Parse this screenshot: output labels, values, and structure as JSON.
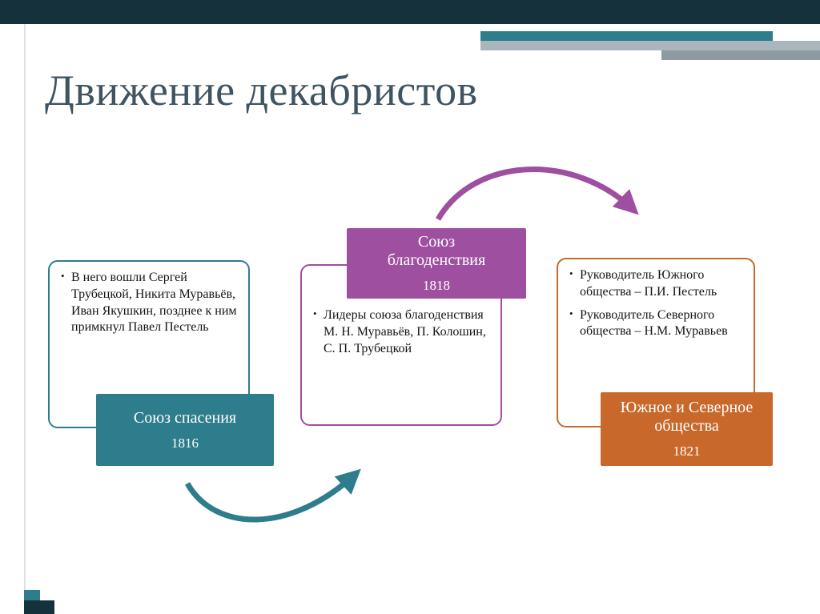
{
  "slide": {
    "title": "Движение декабристов"
  },
  "colors": {
    "teal": "#2E7D8C",
    "purple": "#9E4FA0",
    "orange": "#C8682A",
    "top_bar": "#14313C",
    "title_text": "#3F5361",
    "stripe_gray": "#AAB6BC"
  },
  "diagram": {
    "stages": [
      {
        "name": "Союз спасения",
        "year": "1816",
        "bullets": [
          "В него вошли Сергей Трубецкой, Никита Муравьёв, Иван Якушкин, позднее к ним примкнул Павел Пестель"
        ]
      },
      {
        "name": "Союз благоденствия",
        "year": "1818",
        "bullets": [
          "Лидеры союза благоденствия М. Н. Муравьёв, П. Колошин, С. П. Трубецкой"
        ]
      },
      {
        "name": "Южное и Северное общества",
        "year": "1821",
        "bullets": [
          "Руководитель Южного общества – П.И. Пестель",
          "Руководитель Северного общества – Н.М. Муравьев"
        ]
      }
    ]
  }
}
